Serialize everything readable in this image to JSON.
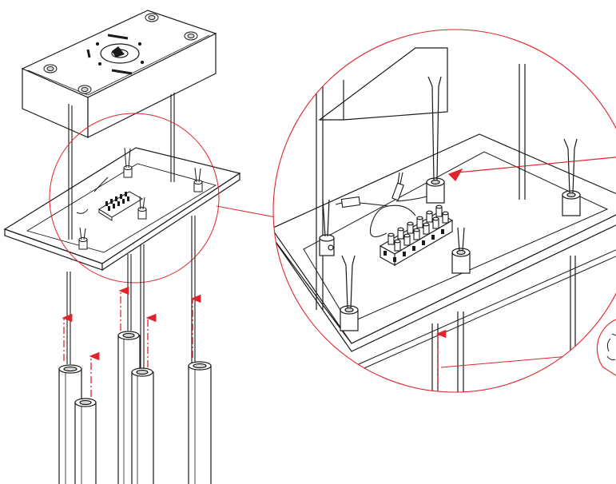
{
  "figure": {
    "kind": "exploded technical assembly drawing",
    "callout_labels": [],
    "colors": {
      "line": "#1a1a1a",
      "callout": "#e0242b",
      "arrow": "#e0242b",
      "fill": "#ffffff",
      "shade": "#d9d9d9"
    },
    "parts": {
      "canopy_screws": 4,
      "rods": 5,
      "terminal_block_columns": 6,
      "rod_sleeves": 5
    },
    "icons": [
      "canopy",
      "mounting-plate",
      "terminal-block",
      "cable-gland",
      "tube-sleeve",
      "insertion-arrow",
      "detail-magnifier"
    ]
  }
}
